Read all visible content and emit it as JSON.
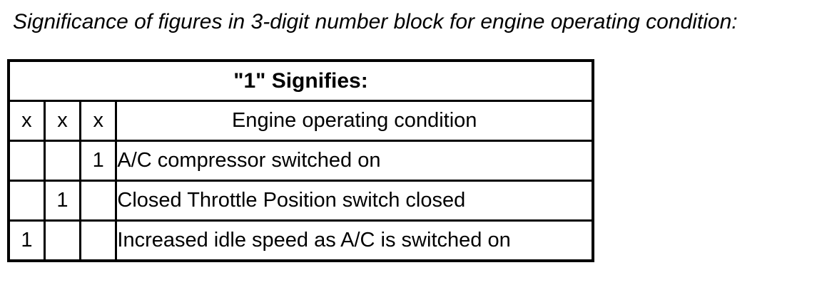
{
  "title": "Significance of figures in 3-digit number block for engine operating condition:",
  "table": {
    "header": "\"1\" Signifies:",
    "rows": [
      {
        "d1": "x",
        "d2": "x",
        "d3": "x",
        "desc": "Engine operating condition"
      },
      {
        "d1": "",
        "d2": "",
        "d3": "1",
        "desc": "A/C compressor switched on"
      },
      {
        "d1": "",
        "d2": "1",
        "d3": "",
        "desc": "Closed Throttle Position switch closed"
      },
      {
        "d1": "1",
        "d2": "",
        "d3": "",
        "desc": "Increased idle speed as A/C is switched on"
      }
    ]
  }
}
